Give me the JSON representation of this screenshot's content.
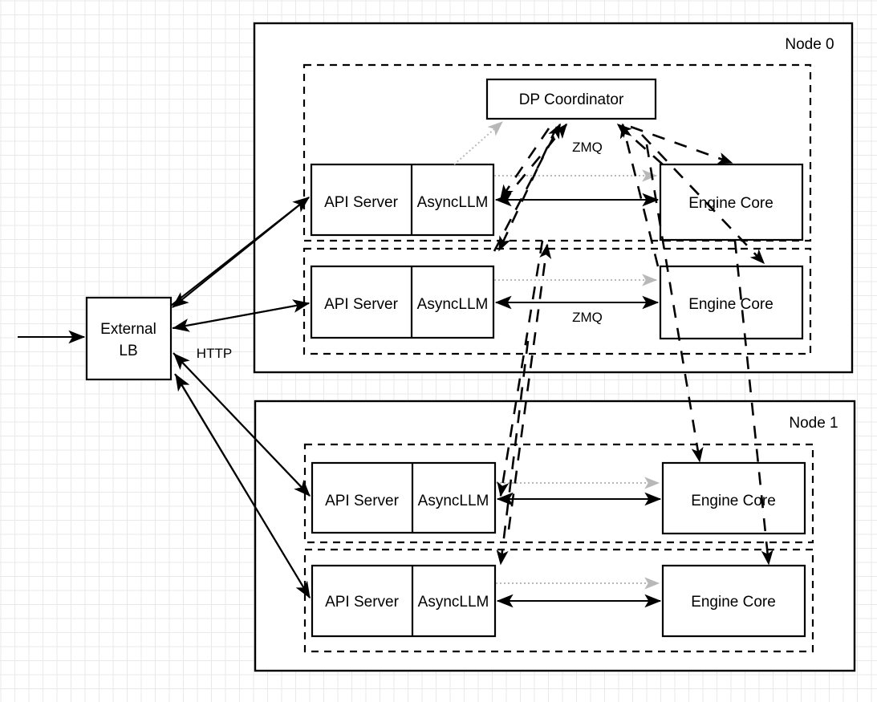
{
  "diagram": {
    "title": "vLLM data-parallel deployment topology",
    "background": {
      "grid_minor_color": "#e9e9e9",
      "grid_major_color": "#d4d4d4",
      "page_color": "#ffffff"
    },
    "colors": {
      "stroke": "#000000",
      "dotted_stroke": "#b8b8b8",
      "fill": "#ffffff"
    }
  },
  "external": {
    "lb_label_line1": "External",
    "lb_label_line2": "LB",
    "http_label": "HTTP"
  },
  "coordinator": {
    "label": "DP Coordinator"
  },
  "edge_labels": {
    "zmq_top": "ZMQ",
    "zmq_bottom": "ZMQ"
  },
  "nodes": [
    {
      "id": "node0",
      "label": "Node 0",
      "groups": [
        {
          "id": "node0-dp0",
          "api_server": "API Server",
          "async_llm": "AsyncLLM",
          "engine_core": "Engine Core"
        },
        {
          "id": "node0-dp1",
          "api_server": "API Server",
          "async_llm": "AsyncLLM",
          "engine_core": "Engine Core"
        }
      ]
    },
    {
      "id": "node1",
      "label": "Node 1",
      "groups": [
        {
          "id": "node1-dp0",
          "api_server": "API Server",
          "async_llm": "AsyncLLM",
          "engine_core": "Engine Core"
        },
        {
          "id": "node1-dp1",
          "api_server": "API Server",
          "async_llm": "AsyncLLM",
          "engine_core": "Engine Core"
        }
      ]
    }
  ]
}
